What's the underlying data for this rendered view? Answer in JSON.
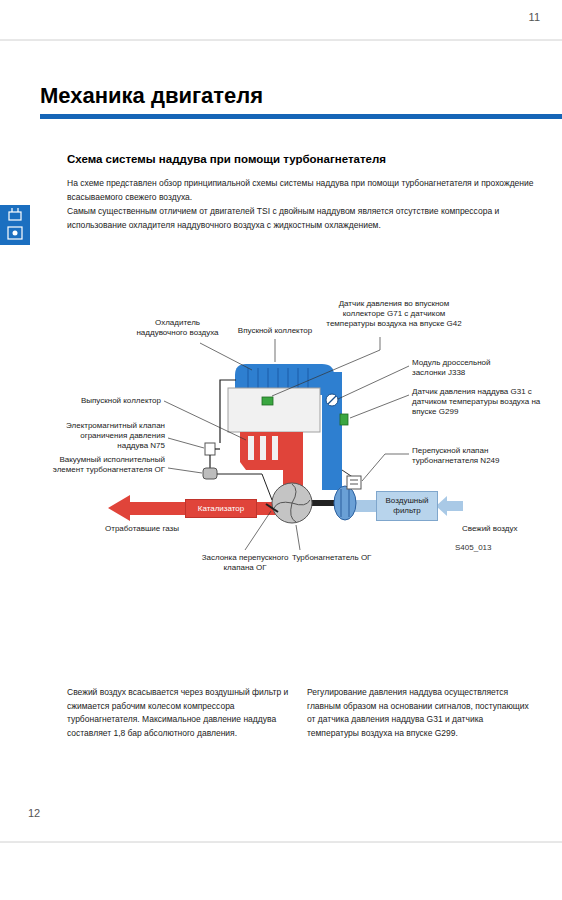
{
  "diagram": {
    "title": "Механика двигателя",
    "caption": "S405_013",
    "nodes": [
      {
        "text": [
          "Катализатор"
        ]
      },
      {
        "text": [
          "Воздушный фильтр"
        ]
      }
    ],
    "labels": [
      "11",
      "Схема системы наддува при помощи турбонагнетателя",
      "На схеме представлен обзор принципиальной схемы системы наддува при помощи турбонагнетателя и прохождение всасываемого свежего воздуха.",
      "Самым существенным отличием от двигателей TSI с двойным наддувом является отсутствие компрессора и использование охладителя наддувочного воздуха с жидкостным охлаждением.",
      "Охладитель наддувочного воздуха",
      "Впускной коллектор",
      "Датчик давления во впускном коллекторе G71 с датчиком температуры воздуха на впуске G42",
      "Модуль дроссельной заслонки J338",
      "Датчик давления наддува G31 с датчиком температуры воздуха на впуске G299",
      "Выпускной коллектор",
      "Электромагнитный клапан ограничения давления наддува N75",
      "Вакуумный исполнительный элемент турбонагнетателя ОГ",
      "Перепускной клапан турбонагнетателя N249",
      "Отработавшие газы",
      "Свежий воздух",
      "Заслонка перепускного клапана ОГ",
      "Турбонагнетатель ОГ",
      "Свежий воздух всасывается через воздушный фильтр и сжимается рабочим колесом компрессора турбонагнетателя. Максимальное давление наддува составляет 1,8 бар абсолютного давления.",
      "Регулирование давления наддува осуществляется главным образом на основании сигналов, поступающих от датчика давления наддува G31 и датчика температуры воздуха на впуске G299.",
      "12"
    ]
  }
}
